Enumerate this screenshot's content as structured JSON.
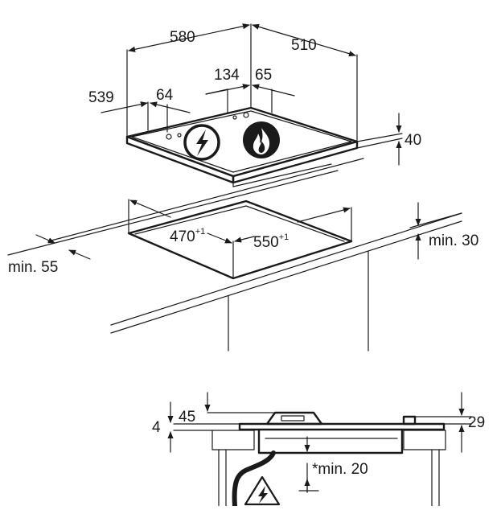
{
  "labels": {
    "width_580": "580",
    "depth_510": "510",
    "offset_539": "539",
    "offset_64": "64",
    "offset_134": "134",
    "offset_65": "65",
    "height_40": "40",
    "cutout_470": "470",
    "cutout_470_tol": "+1",
    "cutout_550": "550",
    "cutout_550_tol": "+1",
    "min_30": "min. 30",
    "min_55": "min. 55",
    "side_45": "45",
    "side_4": "4",
    "side_29": "29",
    "min_20": "*min. 20"
  },
  "icons": {
    "electric": "lightning-warning-icon",
    "gas": "flame-icon",
    "warning": "electric-hazard-icon"
  },
  "colors": {
    "ink": "#1a1a1a",
    "background": "#ffffff"
  }
}
